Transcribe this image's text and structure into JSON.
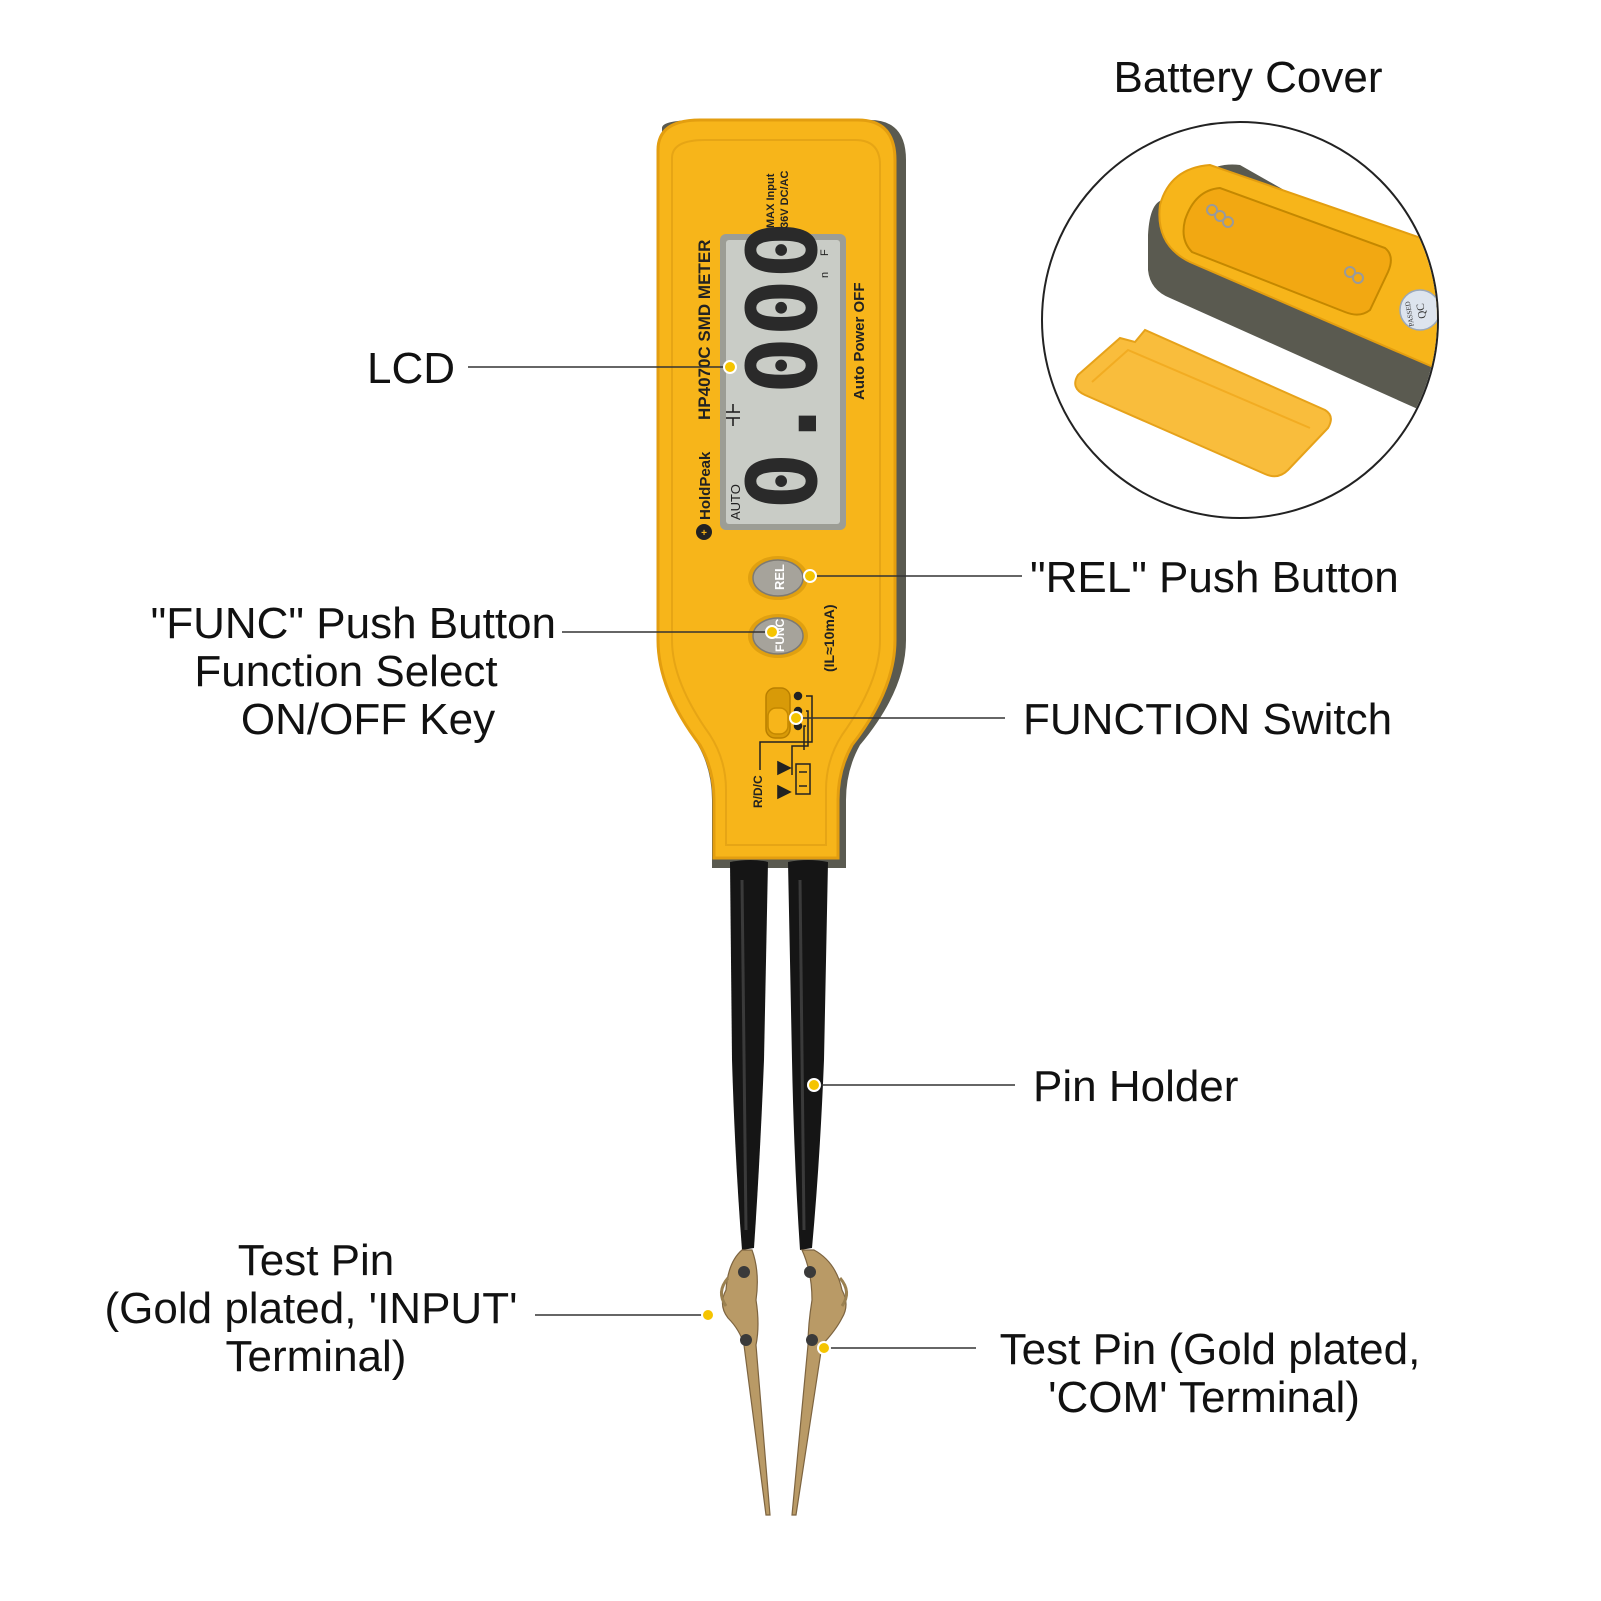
{
  "labels": {
    "battery_cover": "Battery Cover",
    "lcd": "LCD",
    "rel_button": "\"REL\" Push Button",
    "func_line1": "\"FUNC\" Push Button",
    "func_line2": "Function Select",
    "func_line3": "ON/OFF Key",
    "function_switch": "FUNCTION Switch",
    "pin_holder": "Pin Holder",
    "input_line1": "Test Pin",
    "input_line2": "(Gold plated, 'INPUT'",
    "input_line3": "Terminal)",
    "com_line1": "Test Pin (Gold plated,",
    "com_line2": "'COM' Terminal)"
  },
  "device": {
    "model": "HP4070C  SMD METER",
    "brand": "HoldPeak",
    "max_input_1": "MAX Input",
    "max_input_2": "36V DC/AC",
    "auto_power": "Auto Power OFF",
    "lcd_reading": "0.000",
    "lcd_auto": "AUTO",
    "lcd_unit_n": "n",
    "lcd_unit_f": "F",
    "rel_key": "REL",
    "func_key": "FUNC",
    "current_note": "(IL≈10mA)",
    "switch_modes": "R/D/C",
    "qc_sticker_1": "QC",
    "qc_sticker_2": "PASSED"
  },
  "colors": {
    "body_yellow": "#f7b51a",
    "body_edge": "#e39e10",
    "dark_gray": "#5a5a50",
    "lcd_bg": "#c9ccc6",
    "lead_black": "#151515",
    "pin_gold": "#b99a66",
    "marker_dot": "#f5c400"
  }
}
